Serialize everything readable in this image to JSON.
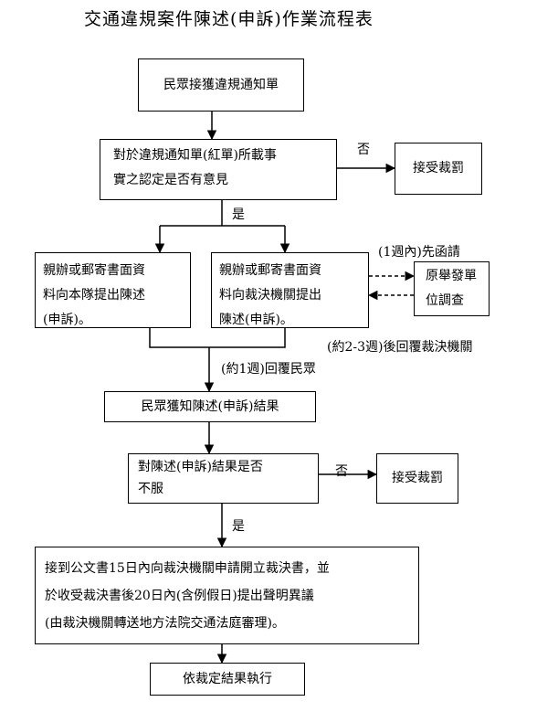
{
  "title": "交通違規案件陳述(申訴)作業流程表",
  "nodes": {
    "receive_notice": "民眾接獲違規通知單",
    "has_opinion": [
      "對於違規通知單(紅單)所載事",
      "實之認定是否有意見"
    ],
    "accept_penalty_1": "接受裁罰",
    "appeal_squad": [
      "親辦或郵寄書面資",
      "料向本隊提出陳述",
      "(申訴)。"
    ],
    "appeal_authority": [
      "親辦或郵寄書面資",
      "料向裁決機關提出",
      "陳述(申訴)。"
    ],
    "original_unit": [
      "原舉發單",
      "位調查"
    ],
    "public_result": "民眾獲知陳述(申訴)結果",
    "dissatisfied": [
      "對陳述(申訴)結果是否",
      "不服"
    ],
    "accept_penalty_2": "接受裁罰",
    "court": [
      "接到公文書15日內向裁決機關申請開立裁決書，並",
      "於收受裁決書後20日內(含例假日)提出聲明異議",
      "(由裁決機關轉送地方法院交通法庭審理)。"
    ],
    "execute": "依裁定結果執行"
  },
  "labels": {
    "no_1": "否",
    "yes_1": "是",
    "one_week_first": "(1週內)先函請",
    "reply_2_3_weeks": "(約2-3週)後回覆裁決機關",
    "reply_1_week": "(約1週)回覆民眾",
    "no_2": "否",
    "yes_2": "是"
  }
}
